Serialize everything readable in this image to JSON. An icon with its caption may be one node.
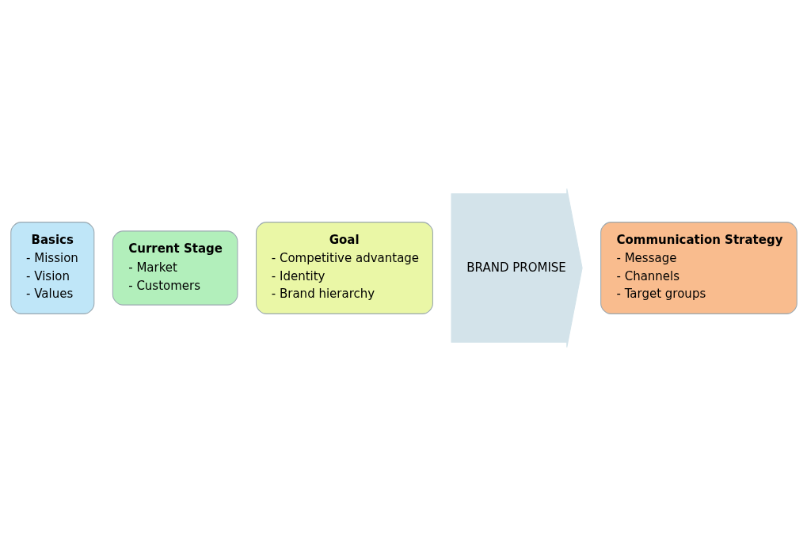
{
  "diagram": {
    "nodes": [
      {
        "text": [
          "BRAND PROMISE"
        ]
      },
      {
        "text": [
          "Basics",
          "- Mission",
          "- Vision",
          "- Values"
        ]
      },
      {
        "text": [
          "Current Stage",
          "- Market",
          "- Customers"
        ]
      },
      {
        "text": [
          "Goal",
          "- Competitive advantage",
          "- Identity",
          "- Brand hierarchy"
        ]
      },
      {
        "text": [
          "Communication Strategy",
          "- Message",
          "- Channels",
          "- Target groups"
        ]
      }
    ],
    "edges": []
  }
}
